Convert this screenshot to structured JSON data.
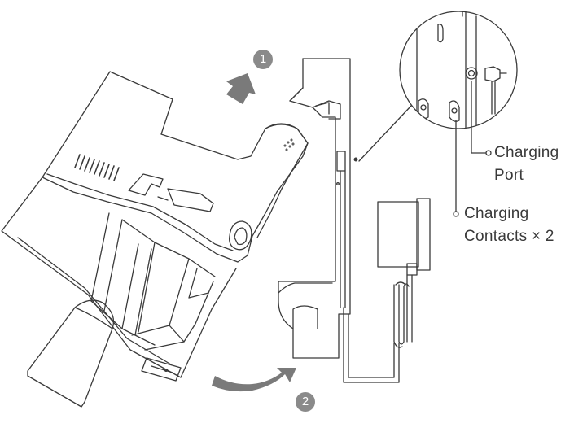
{
  "steps": [
    {
      "number": "1"
    },
    {
      "number": "2"
    }
  ],
  "callouts": {
    "charging_port": {
      "line1": "Charging",
      "line2": "Port"
    },
    "charging_contacts": {
      "line1": "Charging",
      "line2": "Contacts × 2"
    }
  },
  "colors": {
    "line": "#3a3a3a",
    "arrow": "#7a7a7a",
    "badge": "#8a8a8a"
  }
}
